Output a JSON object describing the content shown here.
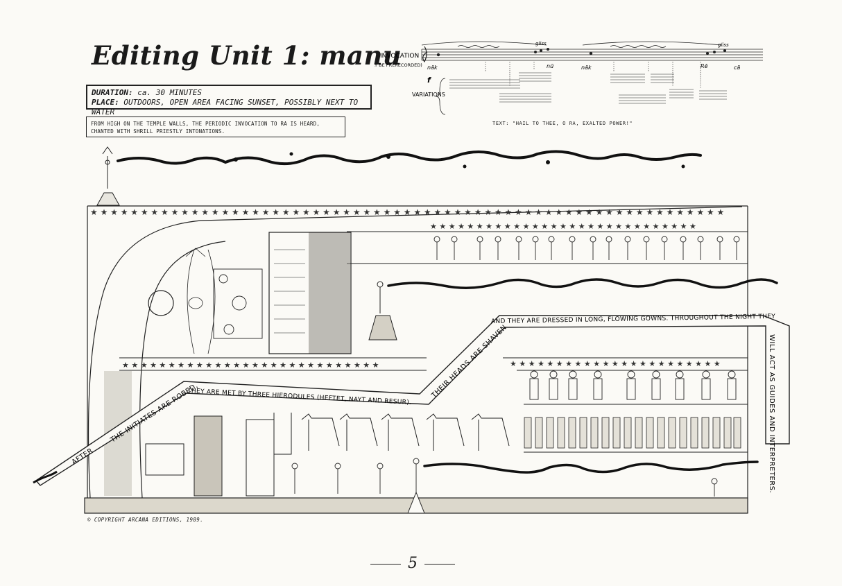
{
  "title": "Editing Unit 1: manu",
  "info": {
    "duration_label": "DURATION:",
    "duration_value": "ca. 30 MINUTES",
    "place_label": "PLACE:",
    "place_value": "OUTDOORS, OPEN AREA FACING SUNSET, POSSIBLY NEXT TO WATER"
  },
  "narration": "FROM HIGH ON THE TEMPLE WALLS, THE PERIODIC INVOCATION TO RA IS HEARD, CHANTED WITH SHRILL PRIESTLY INTONATIONS.",
  "score": {
    "invocation_label": "INVOCATION",
    "prerecorded_note": "(MAY BE PRERECORDED)",
    "variations_label": "VARIATIONS",
    "dynamic": "f",
    "syllables": [
      "năk",
      "nū",
      "năk",
      "Rē",
      "cā"
    ],
    "gliss": "gliss",
    "text_line": "TEXT: \"HAIL TO THEE, O RA, EXALTED POWER!\""
  },
  "path_text": {
    "after": "AFTER",
    "seg1": "THE INITIATES ARE ROBED,",
    "seg2": "THEY ARE MET BY THREE HIERODULES (HEFTET, NAYT AND RESUR).",
    "seg3": "THEIR HEADS ARE SHAVEN",
    "seg4": "AND THEY ARE DRESSED IN LONG, FLOWING GOWNS. THROUGHOUT THE NIGHT THEY",
    "seg5": "WILL ACT AS GUIDES AND INTERPRETERS."
  },
  "copyright": "© COPYRIGHT ARCANA EDITIONS, 1989.",
  "page_number": "5"
}
